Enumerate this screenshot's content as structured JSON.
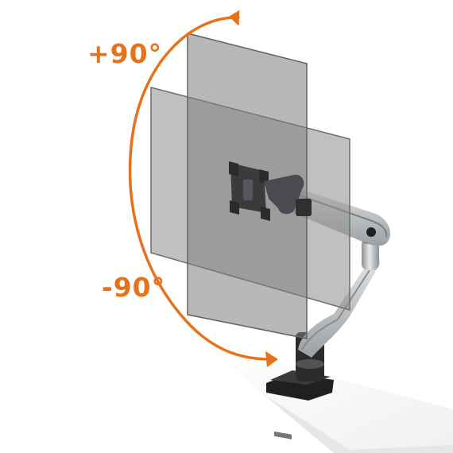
{
  "rotation_labels": {
    "positive": "+90°",
    "negative": "-90°"
  },
  "colors": {
    "accent_orange": "#E8711C",
    "monitor_panel_gray": "#8A8A8A",
    "arm_silver": "#C9CCCF",
    "arm_dark": "#2E2F31",
    "background": "#FFFFFF"
  },
  "icons": {
    "rotation_arrow": "curved-double-arrow"
  }
}
